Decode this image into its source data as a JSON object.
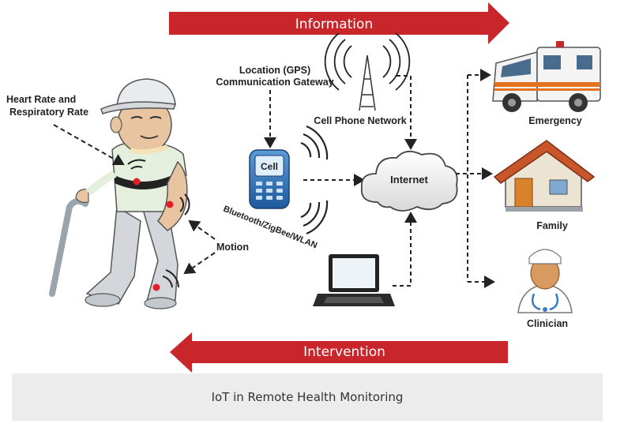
{
  "banners": {
    "top": "Information",
    "bottom": "Intervention"
  },
  "labels": {
    "heart_rate": "Heart Rate and Respiratory Rate",
    "heart_rate_line1": "Heart Rate and",
    "heart_rate_line2": "Respiratory Rate",
    "motion": "Motion",
    "gps_line1": "Location (GPS)",
    "gps_line2": "Communication Gateway",
    "cell_network": "Cell Phone Network",
    "phone_screen": "Cell",
    "bluetooth": "Bluetooth/ZigBee/WLAN",
    "internet": "Internet",
    "emergency": "Emergency",
    "family": "Family",
    "clinician": "Clinician"
  },
  "caption": "IoT in Remote Health Monitoring",
  "colors": {
    "banner": "#c9262c",
    "sensor": "#e41e26",
    "phone": "#2f6fb6"
  },
  "icons": [
    "patient-figure",
    "mobile-phone-icon",
    "cell-tower-icon",
    "internet-cloud-icon",
    "laptop-icon",
    "ambulance-icon",
    "house-icon",
    "clinician-icon"
  ]
}
